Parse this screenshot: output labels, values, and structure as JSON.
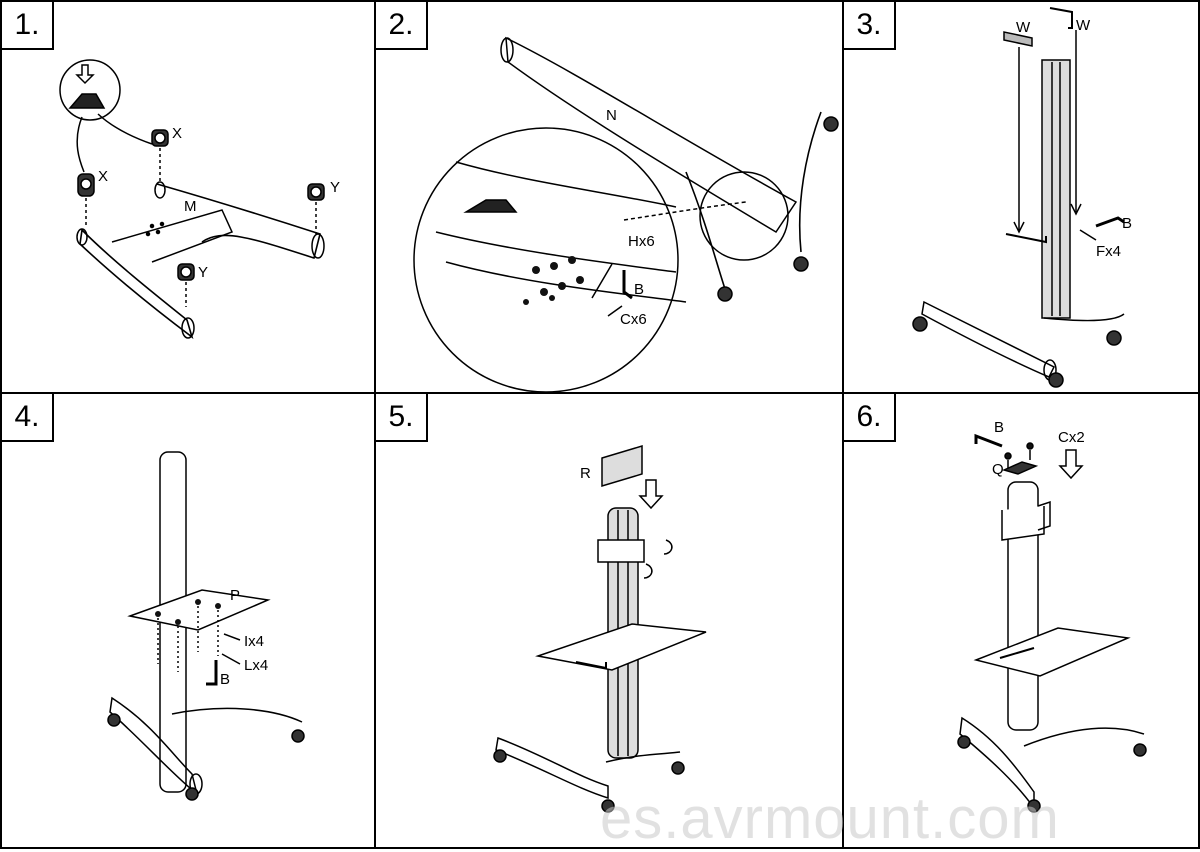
{
  "steps": [
    {
      "number": "1.",
      "labels": {
        "x_top": "X",
        "x_left": "X",
        "y_right": "Y",
        "y_bottom": "Y",
        "m": "M"
      }
    },
    {
      "number": "2.",
      "labels": {
        "n": "N",
        "hx6": "Hx6",
        "b": "B",
        "cx6": "Cx6"
      }
    },
    {
      "number": "3.",
      "labels": {
        "w_left": "W",
        "w_right": "W",
        "b": "B",
        "fx4": "Fx4"
      }
    },
    {
      "number": "4.",
      "labels": {
        "p": "P",
        "ix4": "Ix4",
        "lx4": "Lx4",
        "b": "B"
      }
    },
    {
      "number": "5.",
      "labels": {
        "r": "R"
      }
    },
    {
      "number": "6.",
      "labels": {
        "b": "B",
        "cx2": "Cx2",
        "q": "Q"
      }
    }
  ],
  "watermark": "es.avrmount.com",
  "icons": [
    "down-arrow-icon",
    "hex-key-icon",
    "caster-wheel-icon",
    "rotate-arrow-icon"
  ]
}
